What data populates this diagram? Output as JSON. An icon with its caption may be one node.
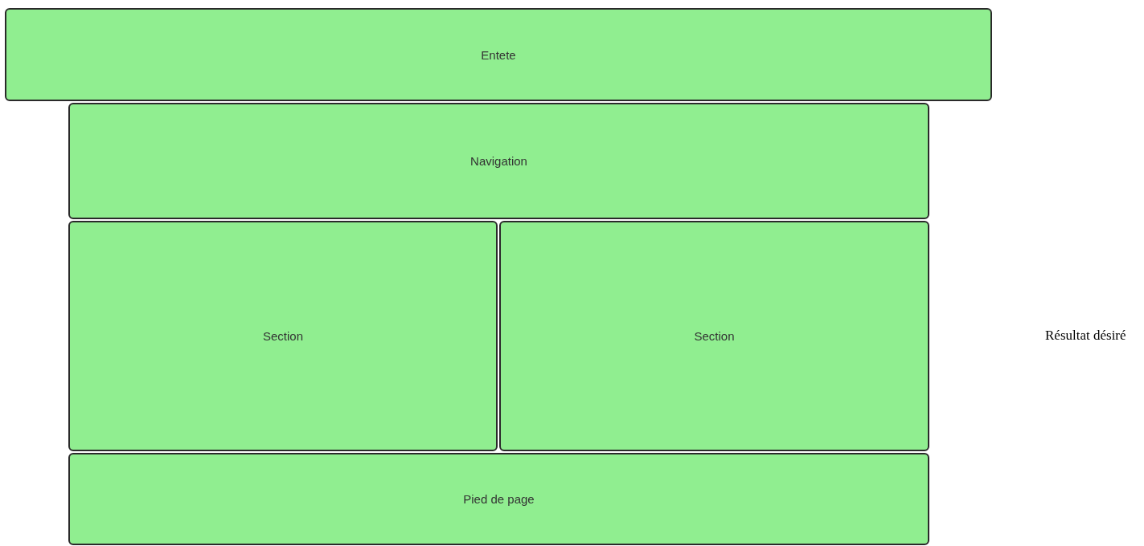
{
  "diagram": {
    "nodes": [
      {
        "text": [
          "Entete"
        ]
      },
      {
        "text": [
          "Navigation"
        ]
      },
      {
        "text": [
          "Section"
        ]
      },
      {
        "text": [
          "Section"
        ]
      },
      {
        "text": [
          "Pied de page"
        ]
      }
    ],
    "labels": [
      "Résultat désiré"
    ]
  }
}
